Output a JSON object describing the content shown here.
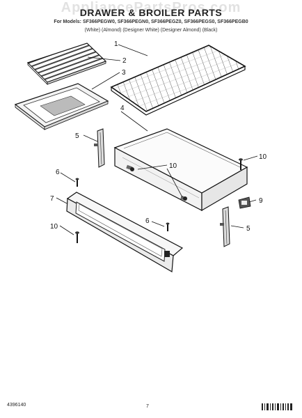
{
  "header": {
    "title": "DRAWER & BROILER PARTS",
    "models": "For Models: SF366PEGW0, SF366PEGN0, SF366PEGZ0, SF366PEGS0, SF366PEGB0",
    "colors": "(White)   (Almond)   (Designer White) (Designer Almond)   (Black)",
    "watermark": "AppliancePartsPros.com"
  },
  "callouts": {
    "c1": "1",
    "c2": "2",
    "c3": "3",
    "c4": "4",
    "c5a": "5",
    "c5b": "5",
    "c6a": "6",
    "c6b": "6",
    "c7": "7",
    "c9": "9",
    "c10a": "10",
    "c10b": "10",
    "c10c": "10"
  },
  "footer": {
    "part_number": "4396140",
    "page": "7"
  }
}
